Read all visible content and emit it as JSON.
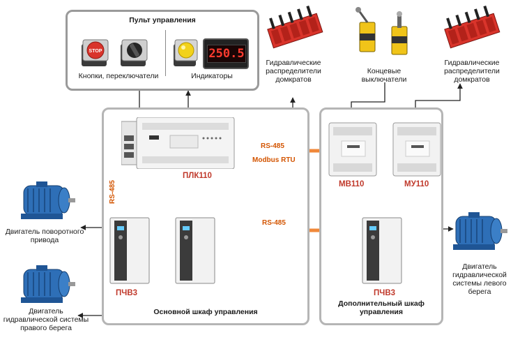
{
  "control_panel": {
    "title": "Пульт управления",
    "buttons_label": "Кнопки, переключатели",
    "indicators_label": "Индикаторы",
    "display_value": "250.5",
    "stop_text": "STOP"
  },
  "hydraulic_left": "Гидравлические распределители домкратов",
  "limit_switches": "Концевые выключатели",
  "hydraulic_right": "Гидравлические распределители домкратов",
  "main_cabinet": {
    "title": "Основной шкаф управления",
    "plc_label": "ПЛК110",
    "vfd_label": "ПЧВ3"
  },
  "extra_cabinet": {
    "title": "Дополнительный шкаф управления",
    "mv_label": "МВ110",
    "mu_label": "МУ110",
    "vfd_label": "ПЧВ3"
  },
  "bus": {
    "rs485_top": "RS-485",
    "modbus": "Modbus RTU",
    "rs485_vertical": "RS-485",
    "rs485_bottom": "RS-485"
  },
  "motors": {
    "rotary": "Двигатель поворотного привода",
    "right_bank": "Двигатель гидравлической системы правого берега",
    "left_bank": "Двигатель гидравлической системы левого берега"
  },
  "colors": {
    "bus": "#f0883a",
    "label_red": "#c0392b",
    "motor_blue": "#2e6fb7",
    "valve_red": "#d9342b"
  }
}
